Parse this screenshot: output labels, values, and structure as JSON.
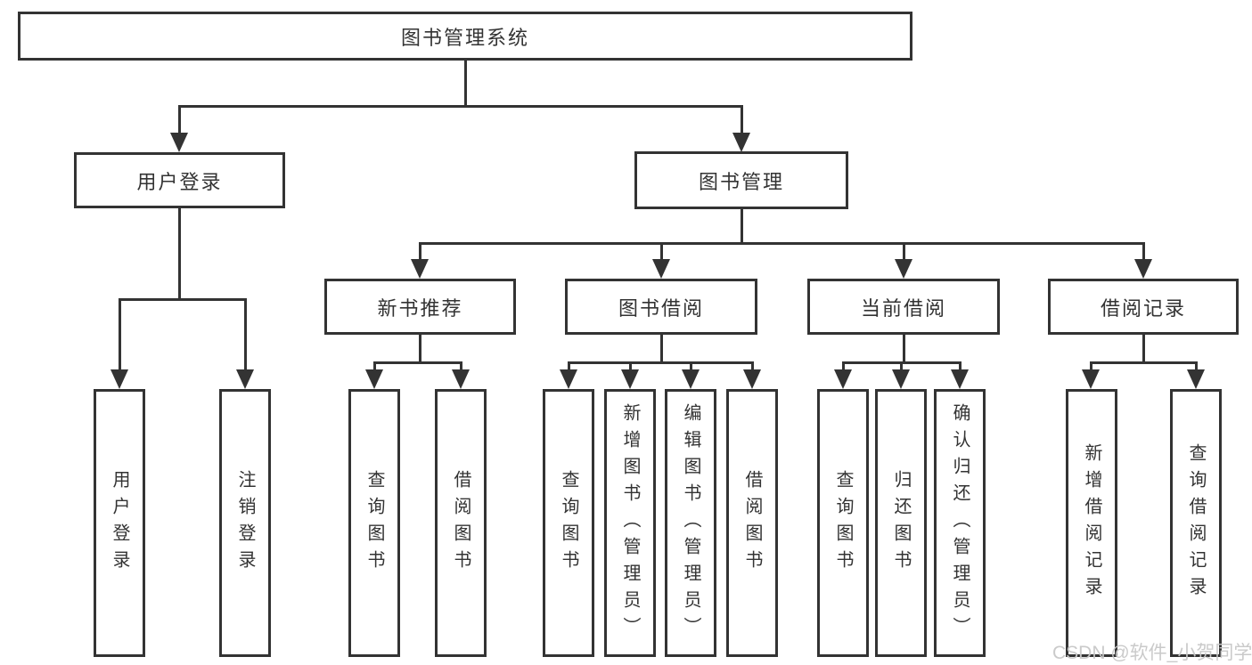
{
  "diagram_title": "图书管理系统",
  "nodes": {
    "root": "图书管理系统",
    "user_login": "用户登录",
    "book_mgmt": "图书管理",
    "new_book_rec": "新书推荐",
    "book_borrow": "图书借阅",
    "current_borrow": "当前借阅",
    "borrow_records": "借阅记录"
  },
  "leaves": {
    "user_login": [
      "用户登录",
      "注销登录"
    ],
    "new_book_rec": [
      "查询图书",
      "借阅图书"
    ],
    "book_borrow": [
      "查询图书",
      "新增图书（管理员）",
      "编辑图书（管理员）",
      "借阅图书"
    ],
    "current_borrow": [
      "查询图书",
      "归还图书",
      "确认归还（管理员）"
    ],
    "borrow_records": [
      "新增借阅记录",
      "查询借阅记录"
    ]
  },
  "watermark": "CSDN @软件_小贺同学",
  "colors": {
    "line": "#333333",
    "text": "#333333",
    "watermark": "#c8c8c8",
    "background": "#ffffff"
  }
}
